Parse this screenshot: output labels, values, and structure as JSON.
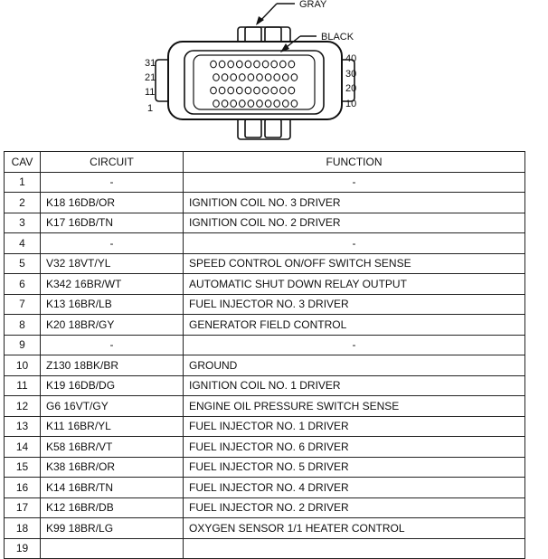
{
  "connector": {
    "label_top": "GRAY",
    "label_right": "BLACK",
    "left_numbers": [
      "31",
      "21",
      "11",
      "1"
    ],
    "right_numbers": [
      "40",
      "30",
      "20",
      "10"
    ],
    "pin_rows": 4,
    "pins_per_row": 10
  },
  "table": {
    "headers": [
      "CAV",
      "CIRCUIT",
      "FUNCTION"
    ],
    "rows": [
      {
        "cav": "1",
        "circuit": "-",
        "function": "-"
      },
      {
        "cav": "2",
        "circuit": "K18 16DB/OR",
        "function": "IGNITION COIL NO. 3 DRIVER"
      },
      {
        "cav": "3",
        "circuit": "K17 16DB/TN",
        "function": "IGNITION COIL NO. 2 DRIVER"
      },
      {
        "cav": "4",
        "circuit": "-",
        "function": "-"
      },
      {
        "cav": "5",
        "circuit": "V32 18VT/YL",
        "function": "SPEED CONTROL ON/OFF SWITCH SENSE"
      },
      {
        "cav": "6",
        "circuit": "K342 16BR/WT",
        "function": "AUTOMATIC SHUT DOWN RELAY OUTPUT"
      },
      {
        "cav": "7",
        "circuit": "K13 16BR/LB",
        "function": "FUEL INJECTOR NO. 3 DRIVER"
      },
      {
        "cav": "8",
        "circuit": "K20 18BR/GY",
        "function": "GENERATOR FIELD CONTROL"
      },
      {
        "cav": "9",
        "circuit": "-",
        "function": "-"
      },
      {
        "cav": "10",
        "circuit": "Z130 18BK/BR",
        "function": "GROUND"
      },
      {
        "cav": "11",
        "circuit": "K19 16DB/DG",
        "function": "IGNITION COIL NO. 1 DRIVER"
      },
      {
        "cav": "12",
        "circuit": "G6 16VT/GY",
        "function": "ENGINE OIL PRESSURE SWITCH SENSE"
      },
      {
        "cav": "13",
        "circuit": "K11 16BR/YL",
        "function": "FUEL INJECTOR NO. 1 DRIVER"
      },
      {
        "cav": "14",
        "circuit": "K58 16BR/VT",
        "function": "FUEL INJECTOR NO. 6 DRIVER"
      },
      {
        "cav": "15",
        "circuit": "K38 16BR/OR",
        "function": "FUEL INJECTOR NO. 5 DRIVER"
      },
      {
        "cav": "16",
        "circuit": "K14 16BR/TN",
        "function": "FUEL INJECTOR NO. 4 DRIVER"
      },
      {
        "cav": "17",
        "circuit": "K12 16BR/DB",
        "function": "FUEL INJECTOR NO. 2 DRIVER"
      },
      {
        "cav": "18",
        "circuit": "K99 18BR/LG",
        "function": "OXYGEN SENSOR 1/1 HEATER CONTROL"
      },
      {
        "cav": "19",
        "circuit": "",
        "function": ""
      }
    ]
  }
}
